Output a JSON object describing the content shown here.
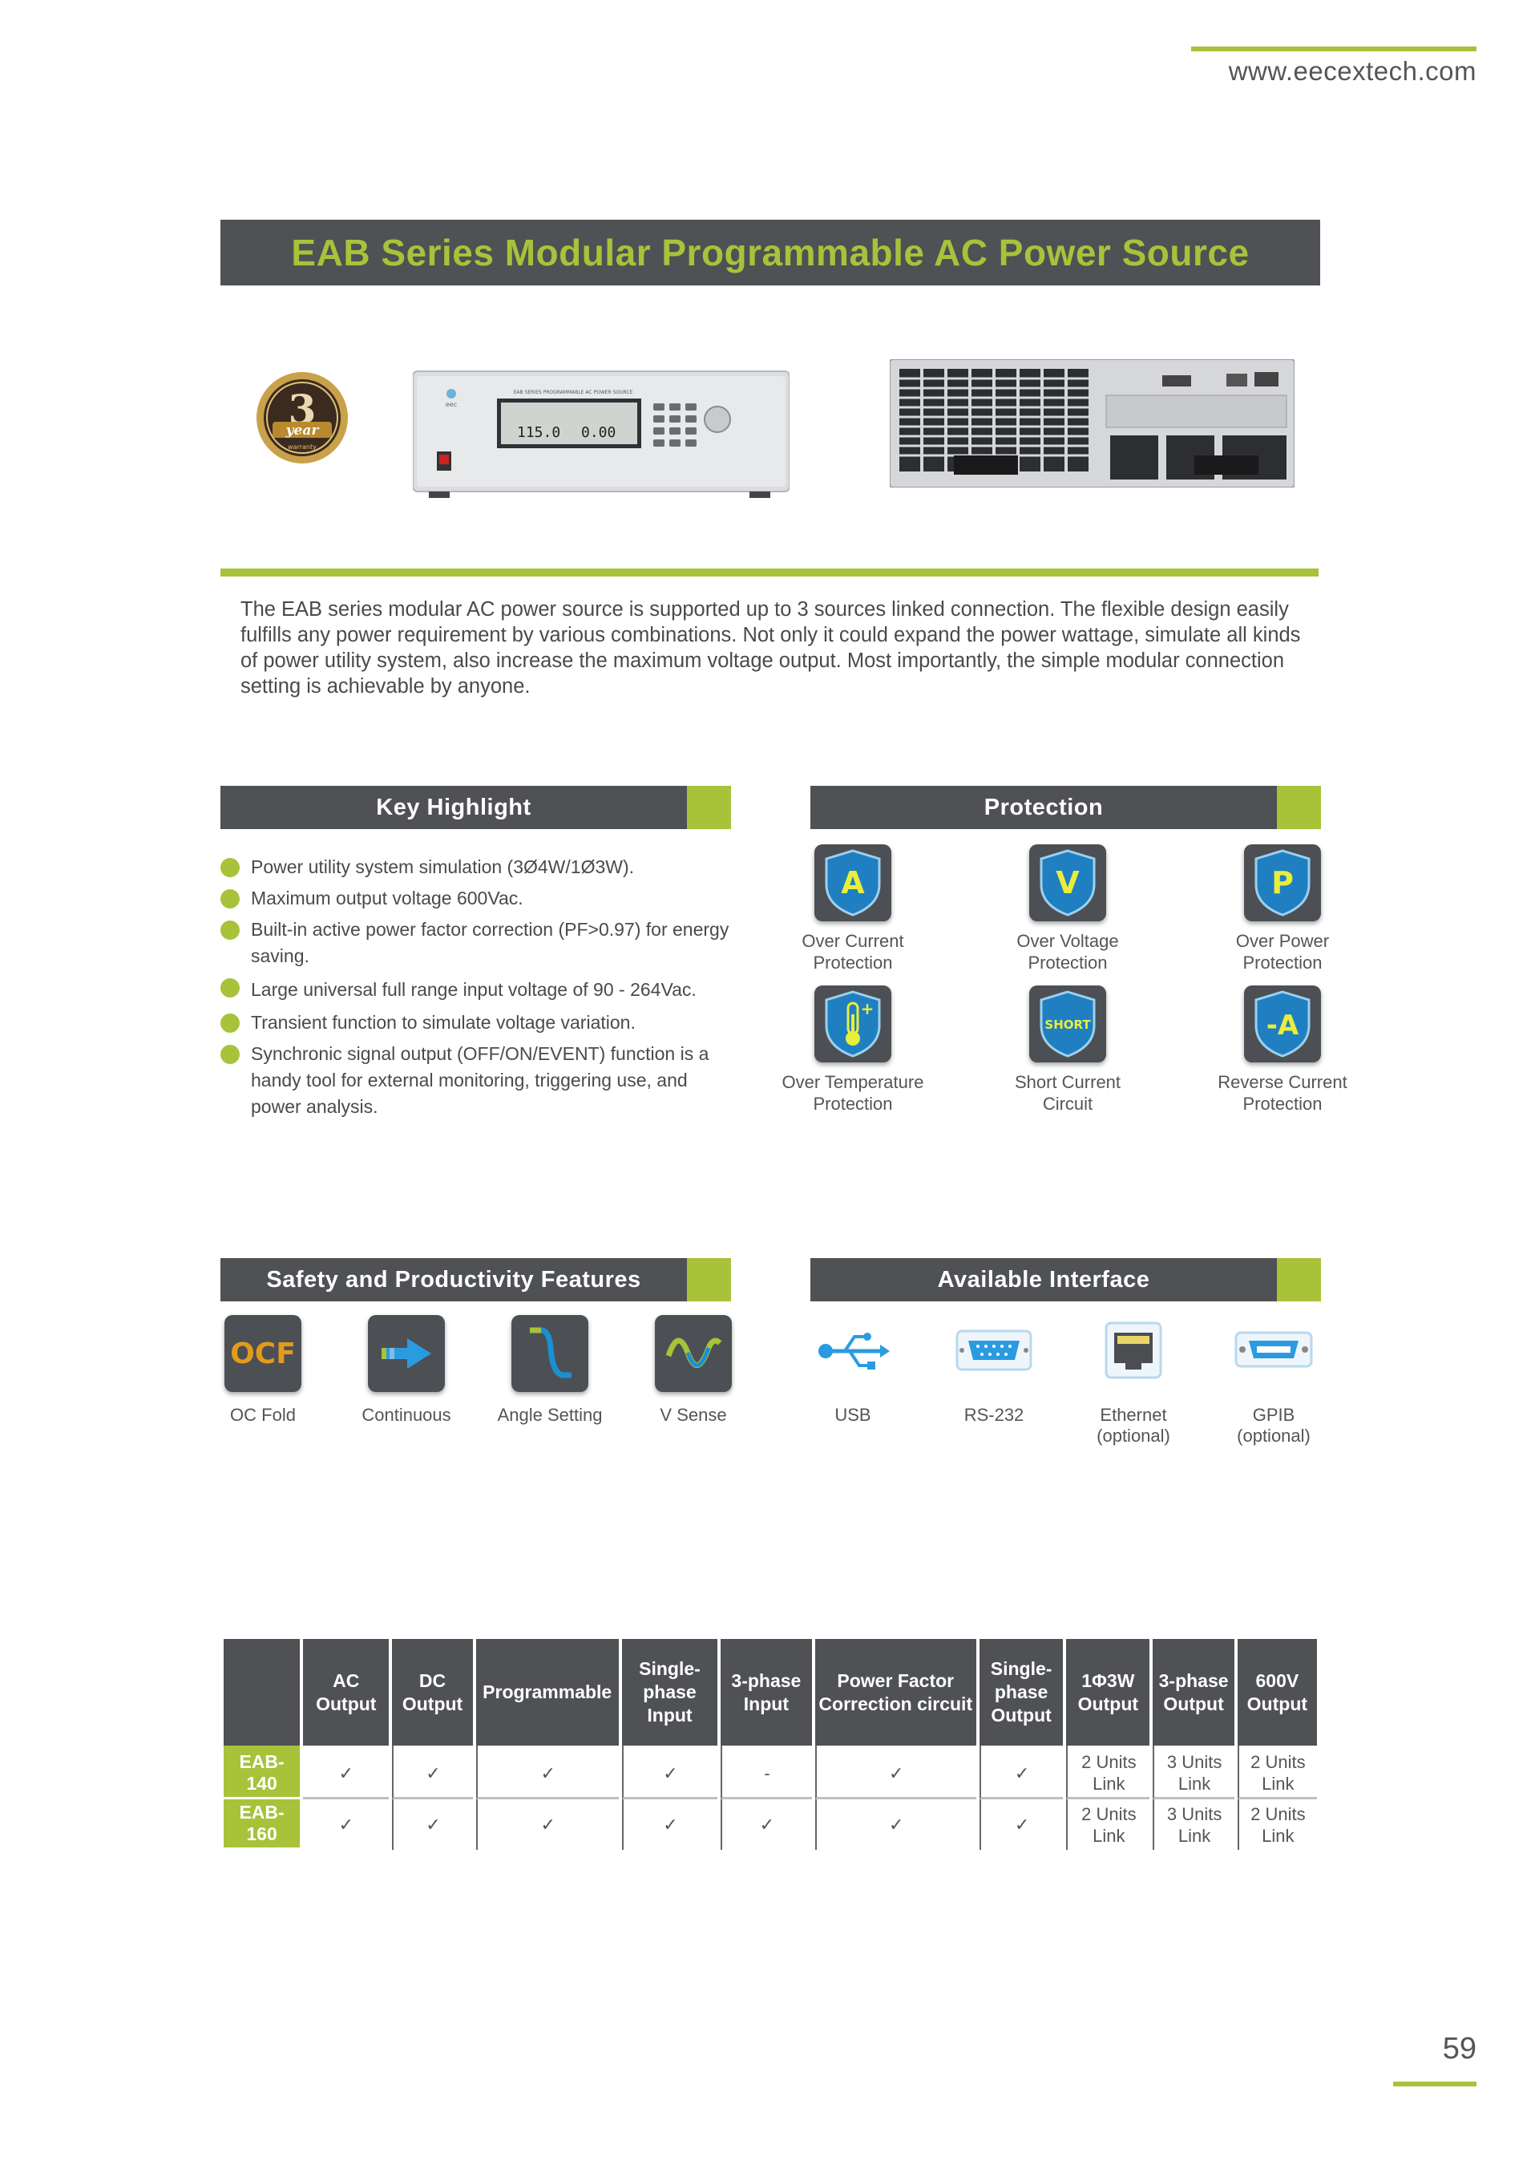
{
  "header": {
    "website": "www.eecextech.com"
  },
  "title": "EAB Series Modular Programmable AC Power Source",
  "product": {
    "badge_number": "3",
    "badge_word": "year",
    "badge_ribbon": "warranty",
    "front_logo": "eec",
    "front_label": "EAB SERIES PROGRAMMABLE AC POWER SOURCE",
    "display_v": "115.0",
    "display_a": "0.00"
  },
  "intro": "The EAB series modular AC power source is supported up to 3 sources linked connection. The flexible design easily fulfills any power requirement by various combinations. Not only it could expand the power wattage, simulate all kinds of power utility system, also increase the maximum voltage output. Most importantly, the simple modular connection setting is achievable by anyone.",
  "key_highlight": {
    "title": "Key Highlight",
    "items": [
      "Power utility system simulation (3Ø4W/1Ø3W).",
      "Maximum output voltage 600Vac.",
      "Built-in active power factor correction (PF>0.97) for energy saving.",
      "Large universal full range input voltage of 90 - 264Vac.",
      "Transient function to simulate voltage variation.",
      "Synchronic signal output (OFF/ON/EVENT) function is a handy tool for external monitoring, triggering use, and power analysis."
    ]
  },
  "protection": {
    "title": "Protection",
    "items": [
      {
        "glyph": "A",
        "line1": "Over Current",
        "line2": "Protection",
        "icon": "over-current-icon"
      },
      {
        "glyph": "V",
        "line1": "Over Voltage",
        "line2": "Protection",
        "icon": "over-voltage-icon"
      },
      {
        "glyph": "P",
        "line1": "Over Power",
        "line2": "Protection",
        "icon": "over-power-icon"
      },
      {
        "glyph": "",
        "line1": "Over Temperature",
        "line2": "Protection",
        "icon": "thermometer-icon"
      },
      {
        "glyph": "SHORT",
        "line1": "Short Current",
        "line2": "Circuit",
        "icon": "short-circuit-icon"
      },
      {
        "glyph": "-A",
        "line1": "Reverse Current",
        "line2": "Protection",
        "icon": "reverse-current-icon"
      }
    ]
  },
  "safety": {
    "title": "Safety and Productivity Features",
    "items": [
      {
        "label": "OC Fold",
        "glyph": "OCF",
        "icon": "oc-fold-icon"
      },
      {
        "label": "Continuous",
        "icon": "arrow-right-icon"
      },
      {
        "label": "Angle Setting",
        "icon": "angle-wave-icon"
      },
      {
        "label": "V Sense",
        "icon": "sine-wave-icon"
      }
    ]
  },
  "interface": {
    "title": "Available Interface",
    "items": [
      {
        "line1": "USB",
        "line2": "",
        "icon": "usb-icon"
      },
      {
        "line1": "RS-232",
        "line2": "",
        "icon": "rs232-port-icon"
      },
      {
        "line1": "Ethernet",
        "line2": "(optional)",
        "icon": "ethernet-port-icon"
      },
      {
        "line1": "GPIB",
        "line2": "(optional)",
        "icon": "gpib-port-icon"
      }
    ]
  },
  "table": {
    "headers": [
      [
        "AC",
        "Output"
      ],
      [
        "DC",
        "Output"
      ],
      [
        "Programmable"
      ],
      [
        "Single-",
        "phase",
        "Input"
      ],
      [
        "3-phase",
        "Input"
      ],
      [
        "Power Factor",
        "Correction circuit"
      ],
      [
        "Single-",
        "phase",
        "Output"
      ],
      [
        "1Φ3W",
        "Output"
      ],
      [
        "3-phase",
        "Output"
      ],
      [
        "600V",
        "Output"
      ]
    ],
    "rows": [
      {
        "model": [
          "EAB-",
          "140"
        ],
        "cells": [
          "✓",
          "✓",
          "✓",
          "✓",
          "-",
          "✓",
          "✓",
          [
            "2 Units",
            "Link"
          ],
          [
            "3 Units",
            "Link"
          ],
          [
            "2 Units",
            "Link"
          ]
        ]
      },
      {
        "model": [
          "EAB-",
          "160"
        ],
        "cells": [
          "✓",
          "✓",
          "✓",
          "✓",
          "✓",
          "✓",
          "✓",
          [
            "2 Units",
            "Link"
          ],
          [
            "3 Units",
            "Link"
          ],
          [
            "2 Units",
            "Link"
          ]
        ]
      }
    ]
  },
  "page_number": "59",
  "colors": {
    "accent": "#a8c23a",
    "dark": "#4f5154",
    "shield_blue": "#1f7fc0"
  }
}
